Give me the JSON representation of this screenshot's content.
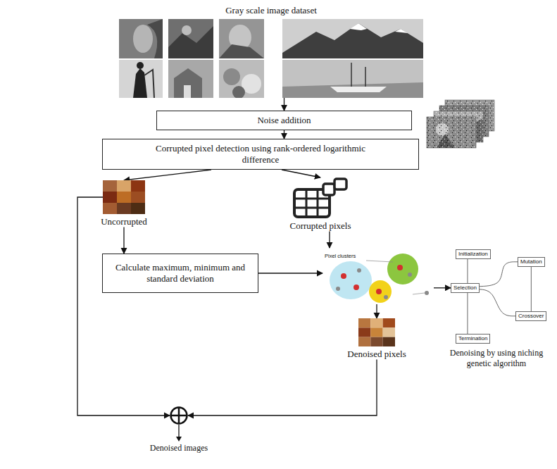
{
  "diagram": {
    "nodes": [
      {
        "text": [
          "Gray scale image dataset"
        ]
      },
      {
        "text": [
          "Noise addition"
        ]
      },
      {
        "text": [
          "Corrupted pixel detection using rank-ordered logarithmic difference"
        ]
      },
      {
        "text": [
          "Uncorrupted"
        ]
      },
      {
        "text": [
          "Corrupted pixels"
        ]
      },
      {
        "text": [
          "Calculate maximum, minimum and standard deviation"
        ]
      },
      {
        "text": [
          "Pixel clusters"
        ]
      },
      {
        "text": [
          "Initialization"
        ]
      },
      {
        "text": [
          "Selection"
        ]
      },
      {
        "text": [
          "Mutation"
        ]
      },
      {
        "text": [
          "Crossover"
        ]
      },
      {
        "text": [
          "Termination"
        ]
      },
      {
        "text": [
          "Denoised pixels"
        ]
      },
      {
        "text": [
          "Denoised images"
        ]
      }
    ],
    "edges": [
      {
        "from": 0,
        "to": 1,
        "arrow": "to"
      },
      {
        "from": 1,
        "to": 2,
        "arrow": "to"
      },
      {
        "from": 2,
        "to": 3,
        "arrow": "to"
      },
      {
        "from": 2,
        "to": 4,
        "arrow": "to"
      },
      {
        "from": 3,
        "to": 5,
        "arrow": "to"
      },
      {
        "from": 5,
        "to": 6,
        "arrow": "to"
      },
      {
        "from": 4,
        "to": 6,
        "arrow": "to"
      },
      {
        "from": 6,
        "to": 8,
        "arrow": "to"
      },
      {
        "from": 7,
        "to": 8,
        "arrow": "none"
      },
      {
        "from": 8,
        "to": 11,
        "arrow": "none"
      },
      {
        "from": 8,
        "to": 9,
        "arrow": "none"
      },
      {
        "from": 9,
        "to": 10,
        "arrow": "none"
      },
      {
        "from": 10,
        "to": 8,
        "arrow": "none"
      },
      {
        "from": 6,
        "to": 12,
        "arrow": "to"
      },
      {
        "from": 12,
        "to": 13,
        "arrow": "to"
      },
      {
        "from": 3,
        "to": 13,
        "arrow": "to"
      }
    ],
    "labels": [
      "Denoising by using niching genetic algorithm"
    ]
  }
}
